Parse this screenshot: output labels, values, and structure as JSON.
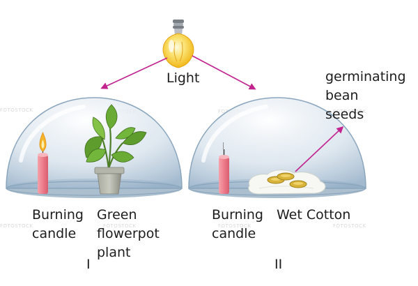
{
  "labels": {
    "light": "Light",
    "seeds": [
      "germinating",
      "bean",
      "seeds"
    ],
    "candle_left": [
      "Burning",
      "candle"
    ],
    "plant": [
      "Green",
      "flowerpot",
      "plant"
    ],
    "candle_right": [
      "Burning",
      "candle"
    ],
    "cotton": "Wet Cotton",
    "setup_1": "I",
    "setup_2": "II"
  },
  "watermark": "FOTOSTOCK",
  "colors": {
    "arrow": "#c2238e",
    "bulb": "#f7c928",
    "candle": "#f0828f",
    "flame": "#f5b52a",
    "leaf": "#5e9c2e",
    "pot": "#9b9d94",
    "dome": "#b5c9d9"
  },
  "icons": [
    "light-bulb-icon",
    "candle-icon",
    "plant-icon",
    "flowerpot-icon",
    "cotton-icon",
    "bean-seed-icon",
    "arrow-icon"
  ]
}
